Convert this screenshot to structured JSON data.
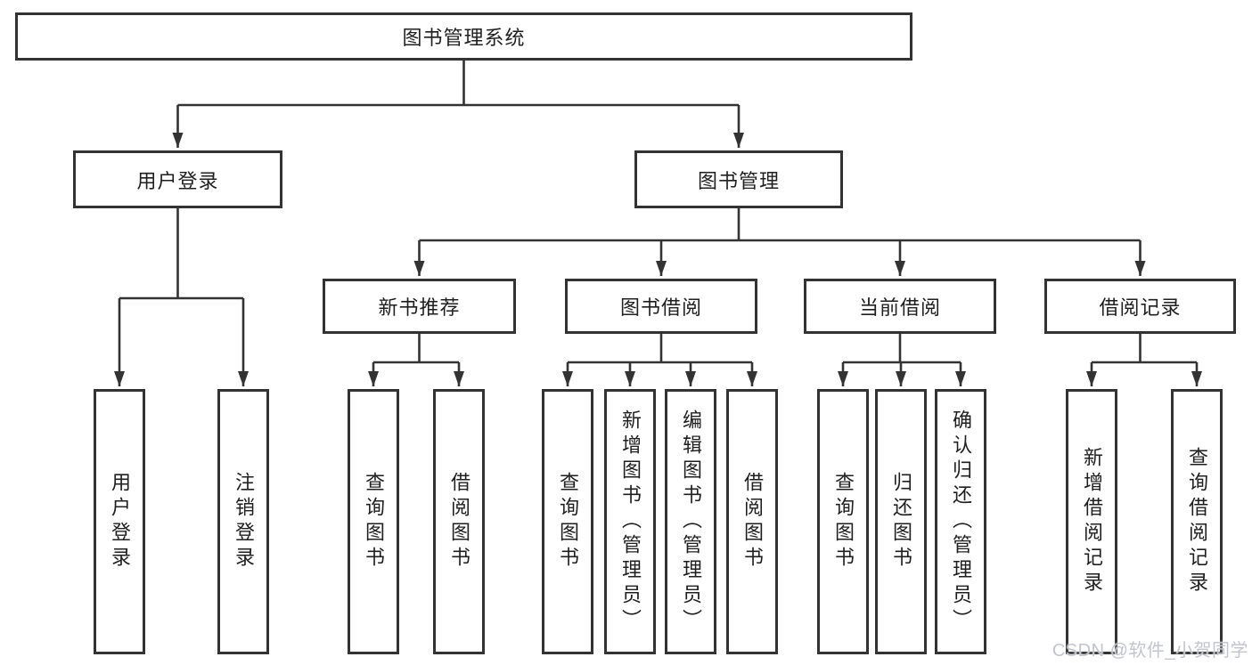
{
  "diagram": {
    "root": {
      "label": "图书管理系统"
    },
    "level2": [
      {
        "label": "用户登录"
      },
      {
        "label": "图书管理"
      }
    ],
    "level3": [
      {
        "label": "新书推荐"
      },
      {
        "label": "图书借阅"
      },
      {
        "label": "当前借阅"
      },
      {
        "label": "借阅记录"
      }
    ],
    "leaves": {
      "user_login": [
        {
          "label": "用户登录"
        },
        {
          "label": "注销登录"
        }
      ],
      "new_book_recommend": [
        {
          "label": "查询图书"
        },
        {
          "label": "借阅图书"
        }
      ],
      "book_borrow": [
        {
          "label": "查询图书"
        },
        {
          "label": "新增图书（管理员）"
        },
        {
          "label": "编辑图书（管理员）"
        },
        {
          "label": "借阅图书"
        }
      ],
      "current_borrow": [
        {
          "label": "查询图书"
        },
        {
          "label": "归还图书"
        },
        {
          "label": "确认归还（管理员）"
        }
      ],
      "borrow_records": [
        {
          "label": "新增借阅记录"
        },
        {
          "label": "查询借阅记录"
        }
      ]
    }
  },
  "watermark": {
    "text": "CSDN @软件_小贺同学"
  },
  "colors": {
    "line": "#333333",
    "border": "#333333",
    "text": "#1f1f1f",
    "background": "#ffffff",
    "watermark": "#c2c5cb"
  }
}
